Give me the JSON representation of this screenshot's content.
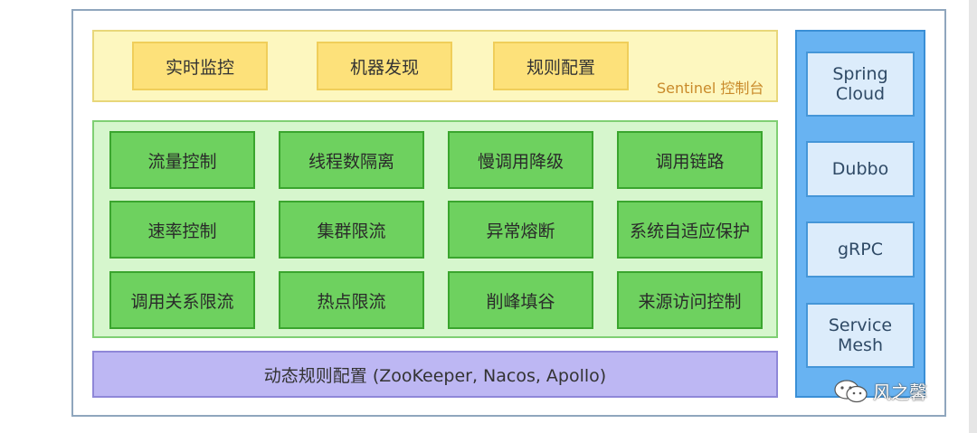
{
  "console": {
    "items": [
      "实时监控",
      "机器发现",
      "规则配置"
    ],
    "label": "Sentinel 控制台"
  },
  "features": {
    "rows": [
      [
        "流量控制",
        "线程数隔离",
        "慢调用降级",
        "调用链路"
      ],
      [
        "速率控制",
        "集群限流",
        "异常熔断",
        "系统自适应保护"
      ],
      [
        "调用关系限流",
        "热点限流",
        "削峰填谷",
        "来源访问控制"
      ]
    ]
  },
  "dynamic_config": "动态规则配置 (ZooKeeper, Nacos, Apollo)",
  "adapters": [
    "Spring\nCloud",
    "Dubbo",
    "gRPC",
    "Service\nMesh"
  ],
  "watermark": {
    "text": "风之馨",
    "icon": "wechat-icon"
  },
  "colors": {
    "console_bg": "#fdf7bf",
    "console_item": "#fde17a",
    "feature_bg": "#d6f6cd",
    "feature_item": "#6ed15f",
    "dynamic_bg": "#bdb7f3",
    "adapter_bg": "#68b3f2",
    "adapter_item": "#dcecfb",
    "console_label": "#c98a2a"
  }
}
